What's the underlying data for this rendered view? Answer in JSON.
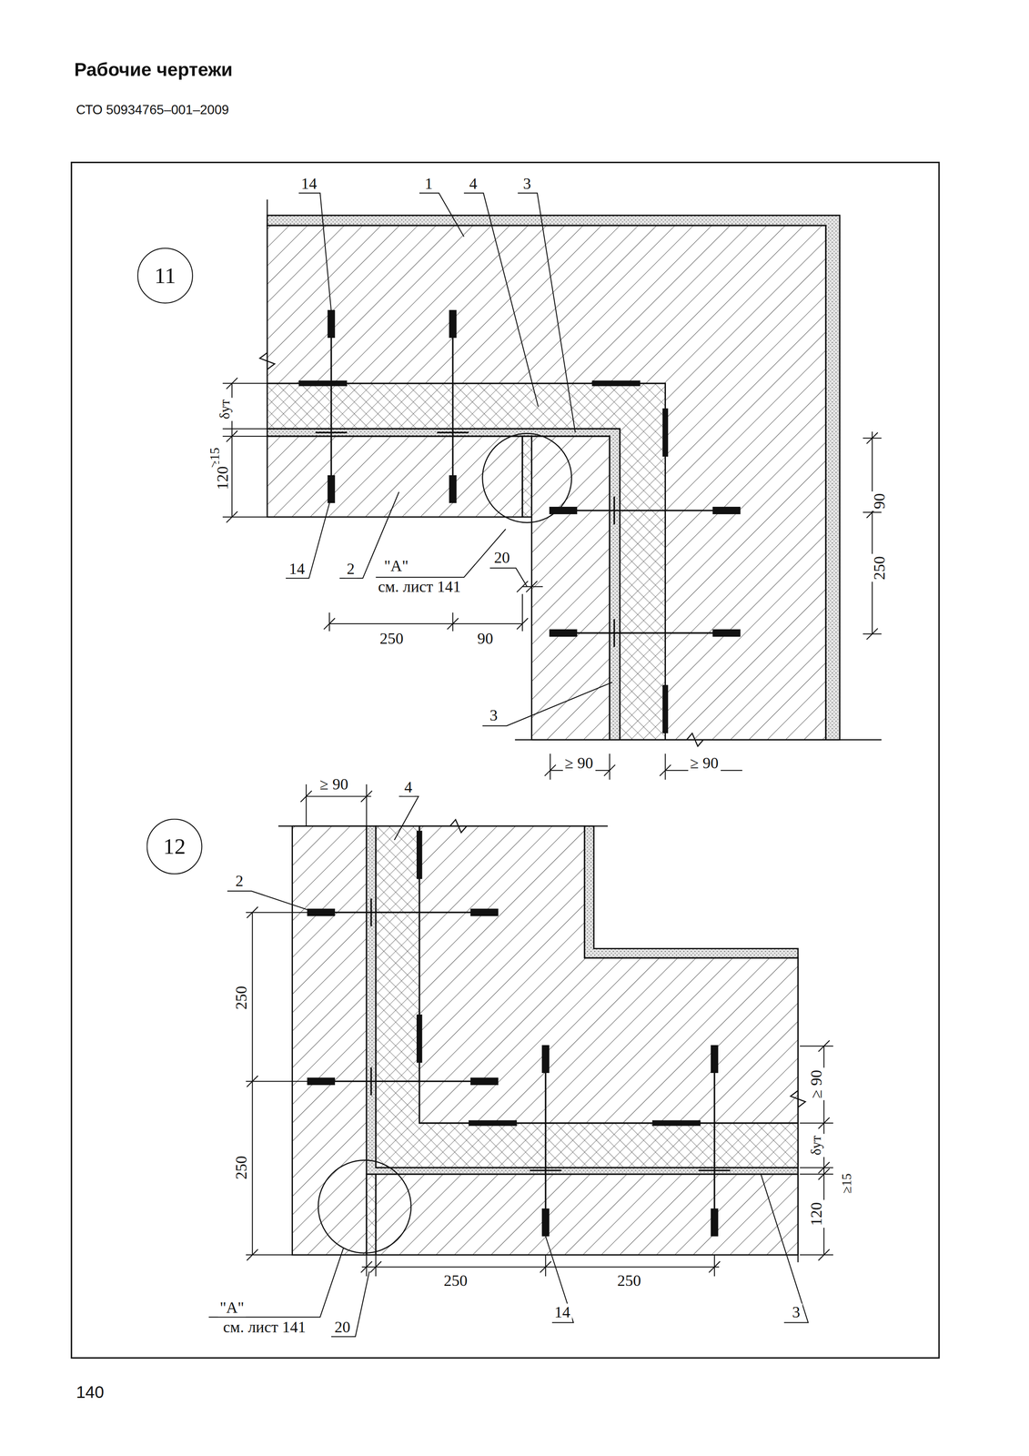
{
  "diagram": {
    "title": "Рабочие чертежи",
    "nodes": [
      {
        "text": [
          "11"
        ]
      },
      {
        "text": [
          "12"
        ]
      }
    ],
    "labels": [
      "СТО 50934765–001–2009",
      "14",
      "1",
      "4",
      "3",
      "δут",
      "≥15",
      "120",
      "90",
      "250",
      "14",
      "2",
      "\"А\"",
      "см. лист 141",
      "20",
      "250",
      "90",
      "3",
      "≥ 90",
      "≥ 90",
      "≥ 90",
      "4",
      "2",
      "250",
      "≥ 90",
      "δут",
      "250",
      "≥15",
      "120",
      "250",
      "250",
      "\"А\"",
      "14",
      "3",
      "см. лист 141",
      "20",
      "140"
    ]
  }
}
